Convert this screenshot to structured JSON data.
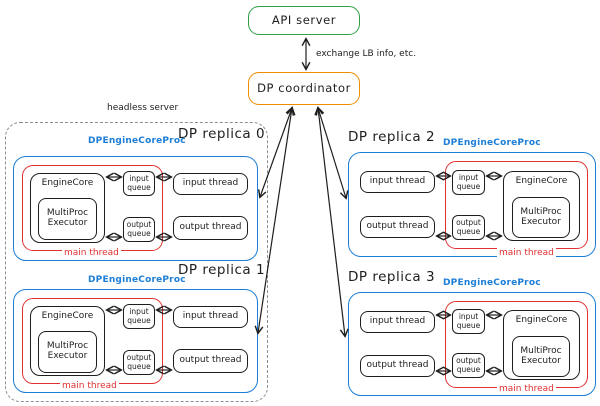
{
  "palette": {
    "green": "#2f9e44",
    "orange": "#f08c00",
    "blue": "#1c7ed6",
    "red": "#e03131",
    "ink": "#1e1e1e",
    "gray_dashed": "#888f96"
  },
  "api_server": {
    "label": "API server"
  },
  "coordinator": {
    "label": "DP coordinator"
  },
  "exchange_note": "exchange LB info, etc.",
  "headless_server": {
    "label": "headless server"
  },
  "labels": {
    "proc": "DPEngineCoreProc",
    "main_thread": "main thread",
    "engine_core": "EngineCore",
    "executor_line1": "MultiProc",
    "executor_line2": "Executor",
    "input_q_line1": "input",
    "input_q_line2": "queue",
    "output_q_line1": "output",
    "output_q_line2": "queue",
    "input_thread": "input thread",
    "output_thread": "output thread"
  },
  "replicas": [
    {
      "title": "DP replica 0"
    },
    {
      "title": "DP replica 1"
    },
    {
      "title": "DP replica 2"
    },
    {
      "title": "DP replica 3"
    }
  ]
}
